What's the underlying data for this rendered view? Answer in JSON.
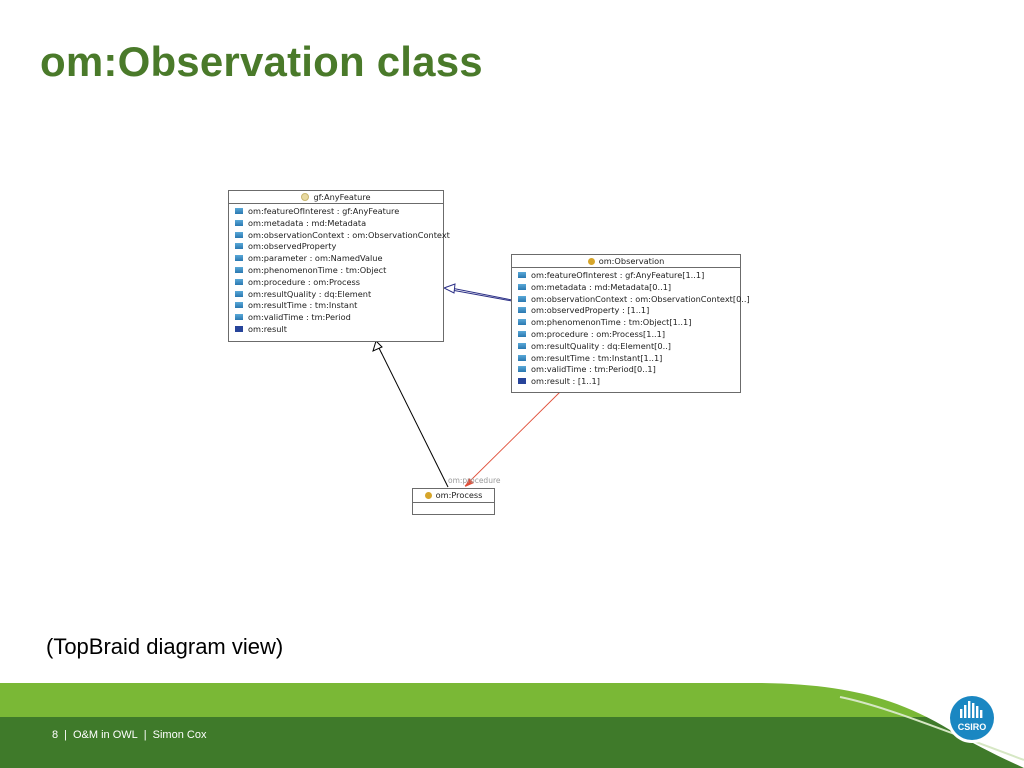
{
  "slide": {
    "title": "om:Observation class",
    "caption": "(TopBraid diagram view)",
    "footer": {
      "page": "8",
      "section": "O&M in OWL",
      "author": "Simon Cox"
    },
    "logo_text": "CSIRO",
    "colors": {
      "title": "#4a7a2a",
      "footer_dark": "#3f7a2a",
      "footer_light": "#7ab836",
      "logo": "#1a87c2"
    }
  },
  "diagram": {
    "classes": [
      {
        "name": "gf:AnyFeature",
        "icon": "class-dot-icon",
        "properties": [
          "om:featureOfInterest : gf:AnyFeature",
          "om:metadata : md:Metadata",
          "om:observationContext : om:ObservationContext",
          "om:observedProperty",
          "om:parameter : om:NamedValue",
          "om:phenomenonTime : tm:Object",
          "om:procedure : om:Process",
          "om:resultQuality : dq:Element",
          "om:resultTime : tm:Instant",
          "om:validTime : tm:Period",
          "om:result"
        ]
      },
      {
        "name": "om:Observation",
        "icon": "class-dot-icon",
        "properties": [
          "om:featureOfInterest : gf:AnyFeature[1..1]",
          "om:metadata : md:Metadata[0..1]",
          "om:observationContext : om:ObservationContext[0..]",
          "om:observedProperty : [1..1]",
          "om:phenomenonTime : tm:Object[1..1]",
          "om:procedure : om:Process[1..1]",
          "om:resultQuality : dq:Element[0..]",
          "om:resultTime : tm:Instant[1..1]",
          "om:validTime : tm:Period[0..1]",
          "om:result : [1..1]"
        ]
      },
      {
        "name": "om:Process",
        "icon": "class-dot-icon",
        "properties": []
      }
    ],
    "edge_label": "om:procedure"
  }
}
